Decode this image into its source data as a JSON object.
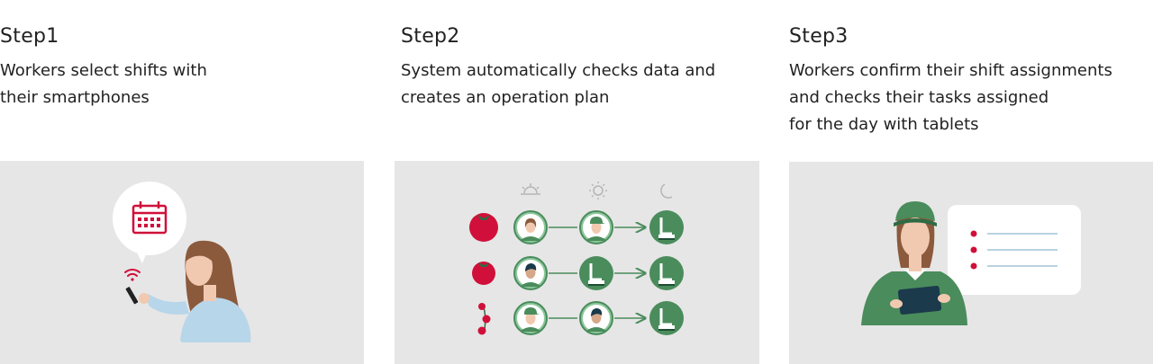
{
  "steps": [
    {
      "title": "Step1",
      "description": "Workers select shifts with\ntheir smartphones",
      "illustration": "worker-with-smartphone"
    },
    {
      "title": "Step2",
      "description": "System automatically checks data and\ncreates an operation plan",
      "illustration": "operation-plan-flow",
      "time_icons": [
        "sunrise-icon",
        "sun-icon",
        "moon-icon"
      ],
      "rows": [
        {
          "crop": "tomato-icon",
          "flow": [
            "worker-female",
            "worker-cap",
            "robot"
          ]
        },
        {
          "crop": "tomato-icon",
          "flow": [
            "worker-dark",
            "robot",
            "robot"
          ]
        },
        {
          "crop": "cherry-tomato-icon",
          "flow": [
            "worker-cap",
            "worker-dark",
            "robot"
          ]
        }
      ]
    },
    {
      "title": "Step3",
      "description": "Workers confirm their shift assignments\nand checks their tasks assigned\nfor the day with tablets",
      "illustration": "worker-with-tablet"
    }
  ],
  "colors": {
    "panel_bg": "#e6e6e6",
    "accent_red": "#d0103a",
    "green": "#4a8c5c",
    "green_dark": "#2e6b45",
    "green_light": "#8cc79c",
    "skin": "#f1c9b0",
    "hair": "#8b5a3c",
    "shirt_blue": "#b8d6ea",
    "line_blue": "#b9d3e0"
  }
}
